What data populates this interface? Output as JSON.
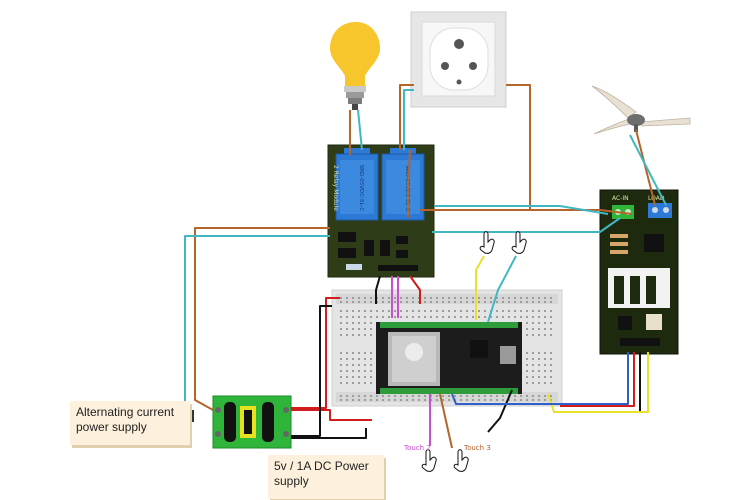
{
  "labels": {
    "ac_supply": "Alternating current power supply",
    "dc_supply": "5v / 1A DC Power supply",
    "touch2": "Touch 2",
    "touch3": "Touch 3",
    "relay_module": "2 Relay Module",
    "relay_spec_1": "SRD-05VDC-SL-C",
    "relay_spec_2": "SRD-05VDC-SL-C",
    "ac_in": "AC-IN",
    "load": "LOAD"
  },
  "colors": {
    "wire_brown": "#b5642a",
    "wire_cyan": "#41b7c4",
    "wire_red": "#d11d1d",
    "wire_black": "#111111",
    "wire_yellow": "#e8e22c",
    "wire_magenta": "#c84fd0",
    "wire_blue": "#2f5fc9",
    "board_green": "#2e3d18",
    "dc_module_green": "#2eb53a",
    "relay_blue": "#2d7ad6",
    "esp32_black": "#1c1c1c",
    "note_background": "#fdf0dc"
  },
  "icons": [
    "light-bulb-icon",
    "socket-icon",
    "ceiling-fan-icon",
    "touch-hand-icon"
  ]
}
